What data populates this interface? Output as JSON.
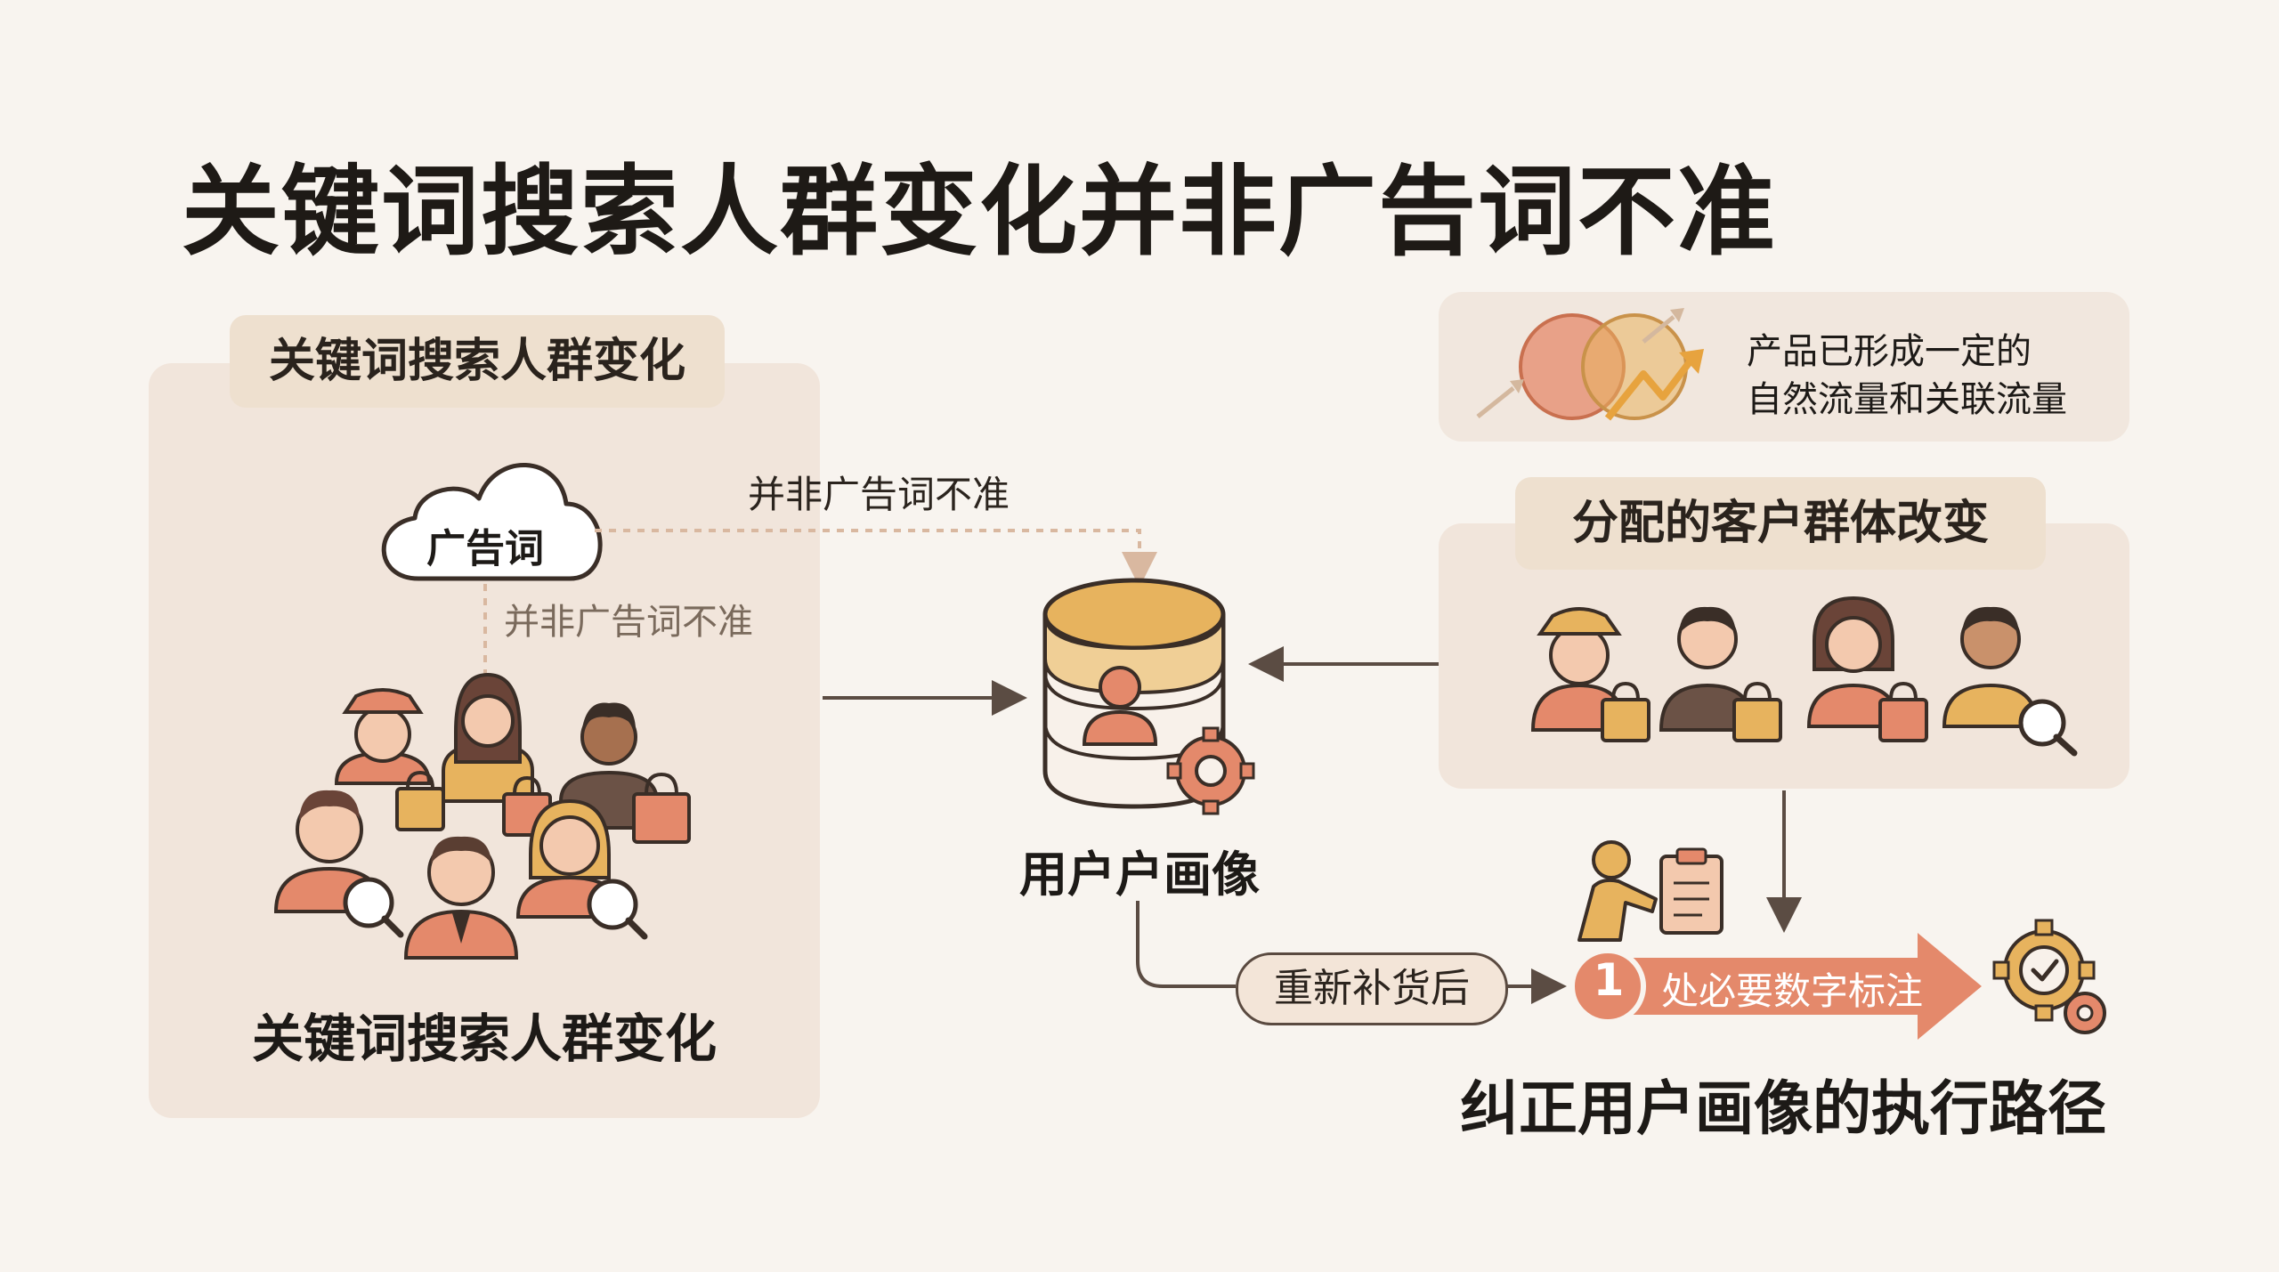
{
  "title": "关键词搜索人群变化并非广告词不准",
  "left": {
    "tag": "关键词搜索人群变化",
    "cloud_label": "广告词",
    "note_horizontal": "并非广告词不准",
    "note_vertical": "并非广告词不准",
    "caption": "关键词搜索人群变化"
  },
  "center": {
    "db_label": "用户户画像"
  },
  "right": {
    "traffic_line1": "产品已形成一定的",
    "traffic_line2": "自然流量和关联流量",
    "tag": "分配的客户群体改变"
  },
  "bottom": {
    "pill_label": "重新补货后",
    "step_number": "1",
    "step_label": "处必要数字标注",
    "title": "纠正用户画像的执行路径"
  },
  "colors": {
    "background": "#f8f4ef",
    "panel": "#f1e5db",
    "tag": "#eee0cf",
    "accent_salmon": "#e4896b",
    "accent_gold": "#e7b35e",
    "skin": "#f3c9ae",
    "dark_outline": "#3a2e27"
  },
  "icons": [
    "cloud-icon",
    "database-icon",
    "user-icon",
    "gear-icon",
    "venn-icon",
    "trend-arrow-icon",
    "shopping-bag-icon",
    "magnifier-icon",
    "clipboard-icon",
    "gear-check-icon",
    "presenter-icon"
  ]
}
